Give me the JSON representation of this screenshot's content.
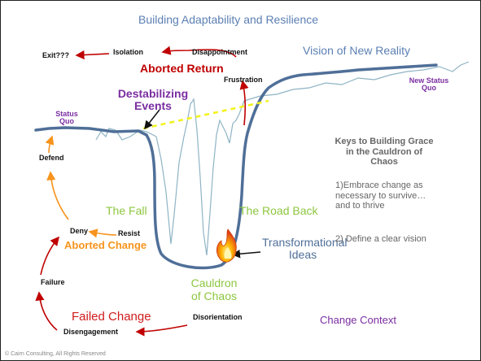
{
  "slide": {
    "title": "Building Adaptability and Resilience",
    "labels": {
      "vision": "Vision of New Reality",
      "new_status_quo": "New Status Quo",
      "status_quo": "Status Quo",
      "destabilizing_events": "Destabilizing Events",
      "exit": "Exit???",
      "isolation": "Isolation",
      "disappointment": "Disappointment",
      "aborted_return": "Aborted Return",
      "frustration": "Frustration",
      "defend": "Defend",
      "the_fall": "The Fall",
      "the_road_back": "The Road Back",
      "deny": "Deny",
      "resist": "Resist",
      "aborted_change": "Aborted Change",
      "transformational_ideas": "Transformational Ideas",
      "failure": "Failure",
      "cauldron_of_chaos": "Cauldron of Chaos",
      "failed_change": "Failed Change",
      "disorientation": "Disorientation",
      "disengagement": "Disengagement",
      "change_context": "Change Context"
    },
    "keys": {
      "heading": "Keys to Building Grace in the Cauldron of Chaos",
      "point1": "1)Embrace change as necessary to survive…and to thrive",
      "point2": "2) Define a clear vision"
    },
    "footer": "© Cairn Consulting, All Rights Reserved"
  },
  "colors": {
    "main_path": "#4f6f98",
    "context_line": "#8fb4c4",
    "dashed_line": "#f2f21a",
    "return_path": "#c00000",
    "change_path": "#f7941d",
    "failed_path": "#c00000",
    "vision_text": "#5b7fb3",
    "green_text": "#8dc63f",
    "purple_text": "#7a2da0"
  },
  "icons": [
    "fire-icon"
  ]
}
